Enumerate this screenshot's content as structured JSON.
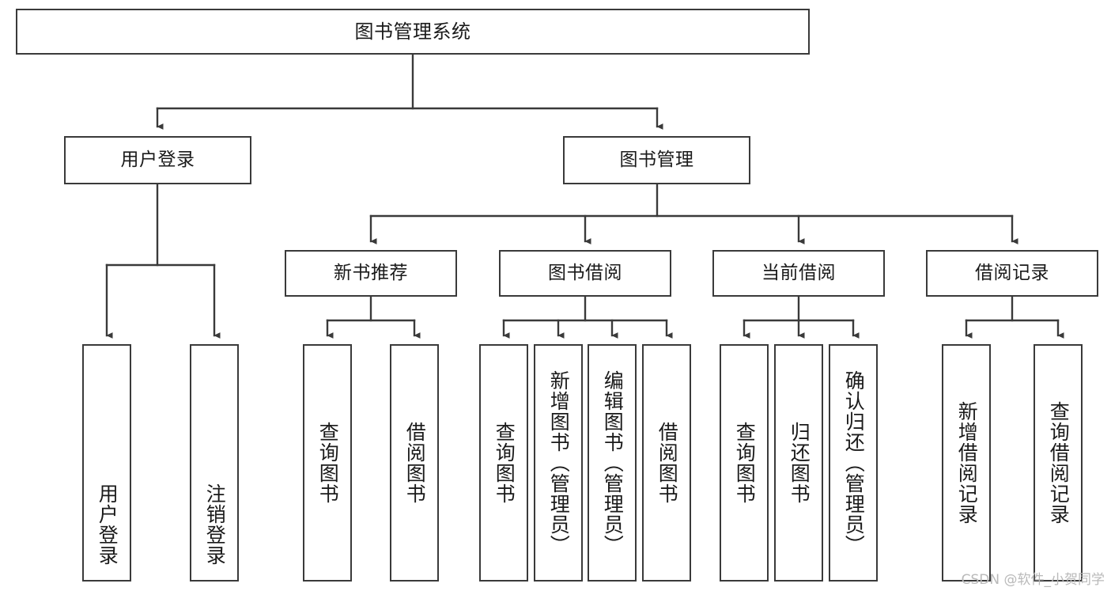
{
  "diagram": {
    "title": "图书管理系统",
    "watermark": "CSDN @软件_小贺同学",
    "line_color": "#3a3a3a",
    "text_color": "#1a1a1a",
    "background": "#ffffff",
    "nodes": {
      "root": "图书管理系统",
      "level2": {
        "user_login": "用户登录",
        "book_manage": "图书管理"
      },
      "level3": {
        "new_book_rec": "新书推荐",
        "book_borrow": "图书借阅",
        "current_borrow": "当前借阅",
        "borrow_record": "借阅记录"
      },
      "leaves": {
        "user_login_1": "用户登录",
        "user_login_2": "注销登录",
        "new_book_rec_1": "查询图书",
        "new_book_rec_2": "借阅图书",
        "book_borrow_1": "查询图书",
        "book_borrow_2": "新增图书（管理员）",
        "book_borrow_3": "编辑图书（管理员）",
        "book_borrow_4": "借阅图书",
        "current_borrow_1": "查询图书",
        "current_borrow_2": "归还图书",
        "current_borrow_3": "确认归还（管理员）",
        "borrow_record_1": "新增借阅记录",
        "borrow_record_2": "查询借阅记录"
      }
    }
  }
}
